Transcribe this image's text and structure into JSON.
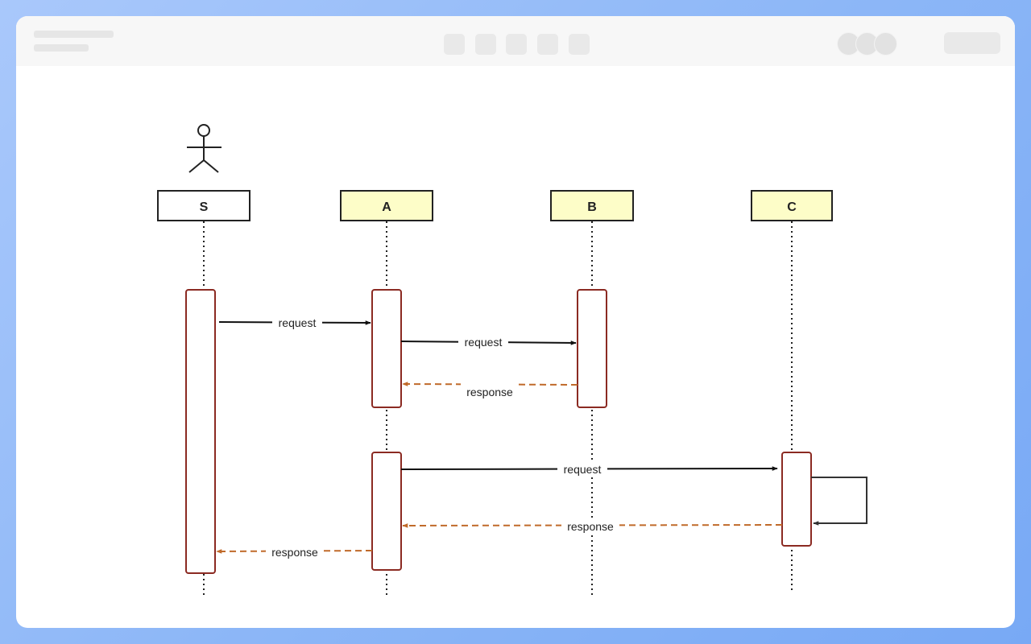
{
  "participants": [
    {
      "id": "S",
      "label": "S",
      "fill": "#ffffff"
    },
    {
      "id": "A",
      "label": "A",
      "fill": "#fdfdc8"
    },
    {
      "id": "B",
      "label": "B",
      "fill": "#fdfdc8"
    },
    {
      "id": "C",
      "label": "C",
      "fill": "#fdfdc8"
    }
  ],
  "messages": [
    {
      "from": "S",
      "to": "A",
      "label": "request",
      "kind": "call"
    },
    {
      "from": "A",
      "to": "B",
      "label": "request",
      "kind": "call"
    },
    {
      "from": "B",
      "to": "A",
      "label": "response",
      "kind": "return"
    },
    {
      "from": "A",
      "to": "C",
      "label": "request",
      "kind": "call"
    },
    {
      "from": "C",
      "to": "A",
      "label": "response",
      "kind": "return"
    },
    {
      "from": "A",
      "to": "S",
      "label": "response",
      "kind": "return"
    }
  ],
  "self_call": {
    "on": "C"
  },
  "actor_icon": "stick-figure-icon",
  "colors": {
    "activation_border": "#8b2a22",
    "call_arrow": "#111111",
    "return_arrow": "#c06a2a",
    "participant_border": "#222222",
    "lifeline": "#222222"
  }
}
